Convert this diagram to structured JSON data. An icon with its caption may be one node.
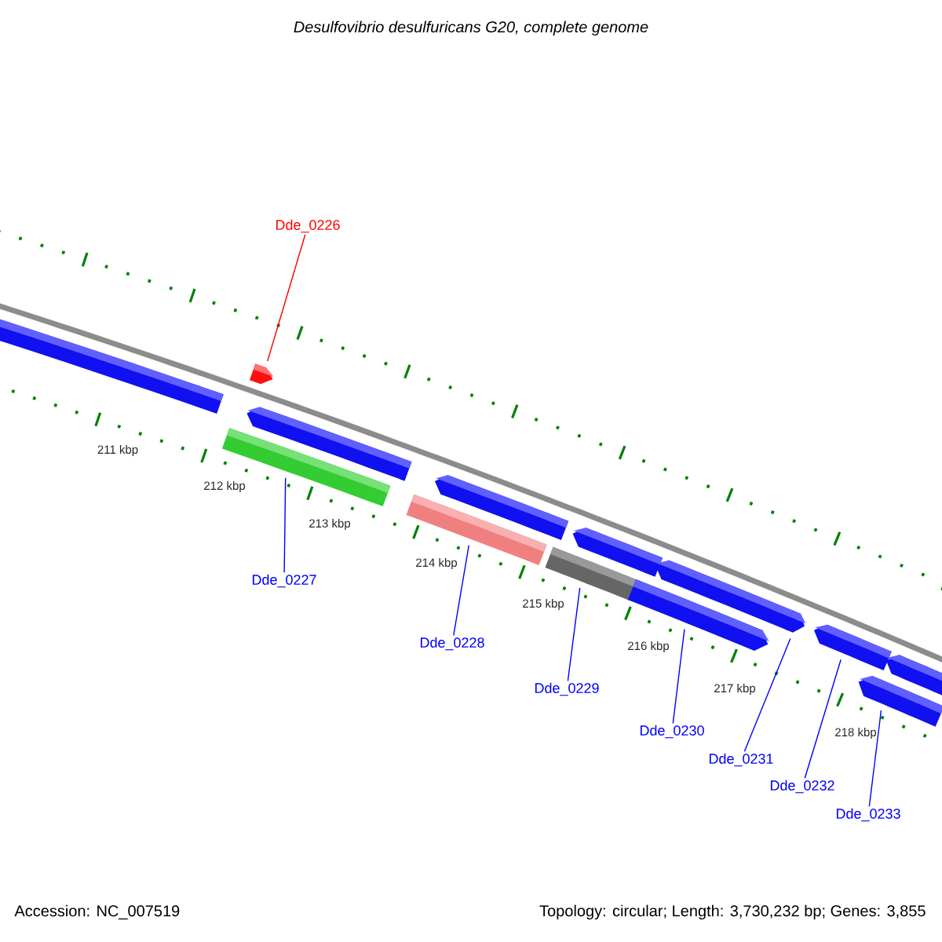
{
  "diagram": {
    "title": "Desulfovibrio desulfuricans G20, complete genome",
    "nodes": [
      {
        "text": [
          "Dde_0226"
        ]
      },
      {
        "text": [
          "Dde_0227"
        ]
      },
      {
        "text": [
          "Dde_0228"
        ]
      },
      {
        "text": [
          "Dde_0229"
        ]
      },
      {
        "text": [
          "Dde_0230"
        ]
      },
      {
        "text": [
          "Dde_0231"
        ]
      },
      {
        "text": [
          "Dde_0232"
        ]
      },
      {
        "text": [
          "Dde_0233"
        ]
      },
      {
        "text": [],
        "shape": "pentagon"
      },
      {
        "text": [],
        "shape": "bar"
      },
      {
        "text": [],
        "shape": "bar"
      },
      {
        "text": [],
        "shape": "bar"
      },
      {
        "text": [],
        "shape": "pentagon"
      },
      {
        "text": [],
        "shape": "pentagon"
      },
      {
        "text": [],
        "shape": "pentagon"
      },
      {
        "text": [],
        "shape": "pentagon"
      }
    ],
    "edges": [
      {
        "from": 0,
        "to": 8,
        "arrow": "none",
        "color": "#ff0000"
      },
      {
        "from": 1,
        "to": 9,
        "arrow": "none"
      },
      {
        "from": 2,
        "to": 10,
        "arrow": "none"
      },
      {
        "from": 3,
        "to": 11,
        "arrow": "none"
      },
      {
        "from": 4,
        "to": 12,
        "arrow": "none"
      },
      {
        "from": 5,
        "to": 13,
        "arrow": "none"
      },
      {
        "from": 6,
        "to": 14,
        "arrow": "none"
      },
      {
        "from": 7,
        "to": 15,
        "arrow": "none"
      }
    ],
    "labels": [
      "211 kbp",
      "212 kbp",
      "213 kbp",
      "214 kbp",
      "215 kbp",
      "216 kbp",
      "217 kbp",
      "218 kbp",
      "Accession: NC_007519",
      "Topology: circular; Length: 3,730,232 bp; Genes: 3,855"
    ]
  }
}
